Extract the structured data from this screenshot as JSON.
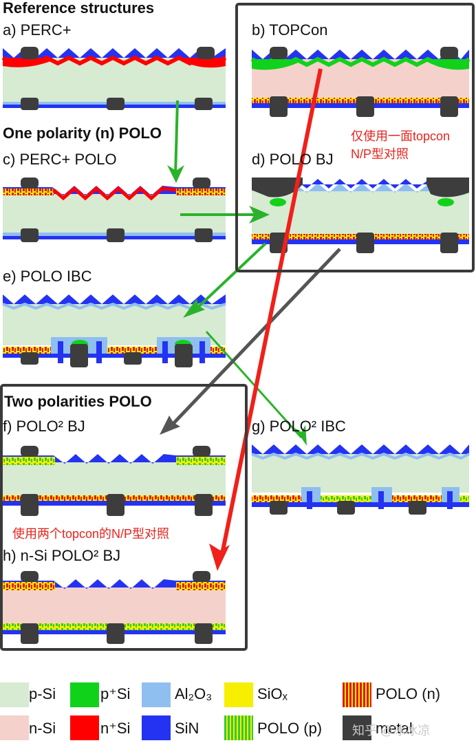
{
  "headings": {
    "reference": "Reference structures",
    "one_polarity": "One polarity (n) POLO",
    "two_polarities": "Two polarities POLO"
  },
  "panels": {
    "a": "a) PERC+",
    "b": "b) TOPCon",
    "c": "c) PERC+ POLO",
    "d": "d) POLO BJ",
    "e": "e) POLO IBC",
    "f": "f) POLO² BJ",
    "g": "g) POLO² IBC",
    "h": "h) n-Si POLO² BJ"
  },
  "notes": {
    "single_side": "仅使用一面topcon",
    "single_side_2": "N/P型对照",
    "double_side": "使用两个topcon的N/P型对照"
  },
  "legend": {
    "p_si": "p-Si",
    "p_plus_si": "p⁺Si",
    "al2o3": "Al₂O₃",
    "siox": "SiOₓ",
    "polo_n": "POLO (n)",
    "n_si": "n-Si",
    "n_plus_si": "n⁺Si",
    "sin": "SiN",
    "polo_p": "POLO (p)",
    "metal": "metal"
  },
  "watermark": "知乎 @冰冰凉",
  "colors": {
    "p_si": "#d7ead2",
    "p_plus_si": "#10d21a",
    "al2o3": "#8fbff0",
    "siox": "#f6ef00",
    "polo_n": "#e3151a",
    "n_si": "#f5d1cc",
    "n_plus_si": "#ff0000",
    "sin": "#2433f2",
    "polo_p": "#35c93a",
    "metal": "#3d3d3d",
    "arrow_green": "#2ab22a",
    "arrow_red": "#f0201a",
    "arrow_dark": "#555555",
    "note_red": "#e8231c"
  }
}
